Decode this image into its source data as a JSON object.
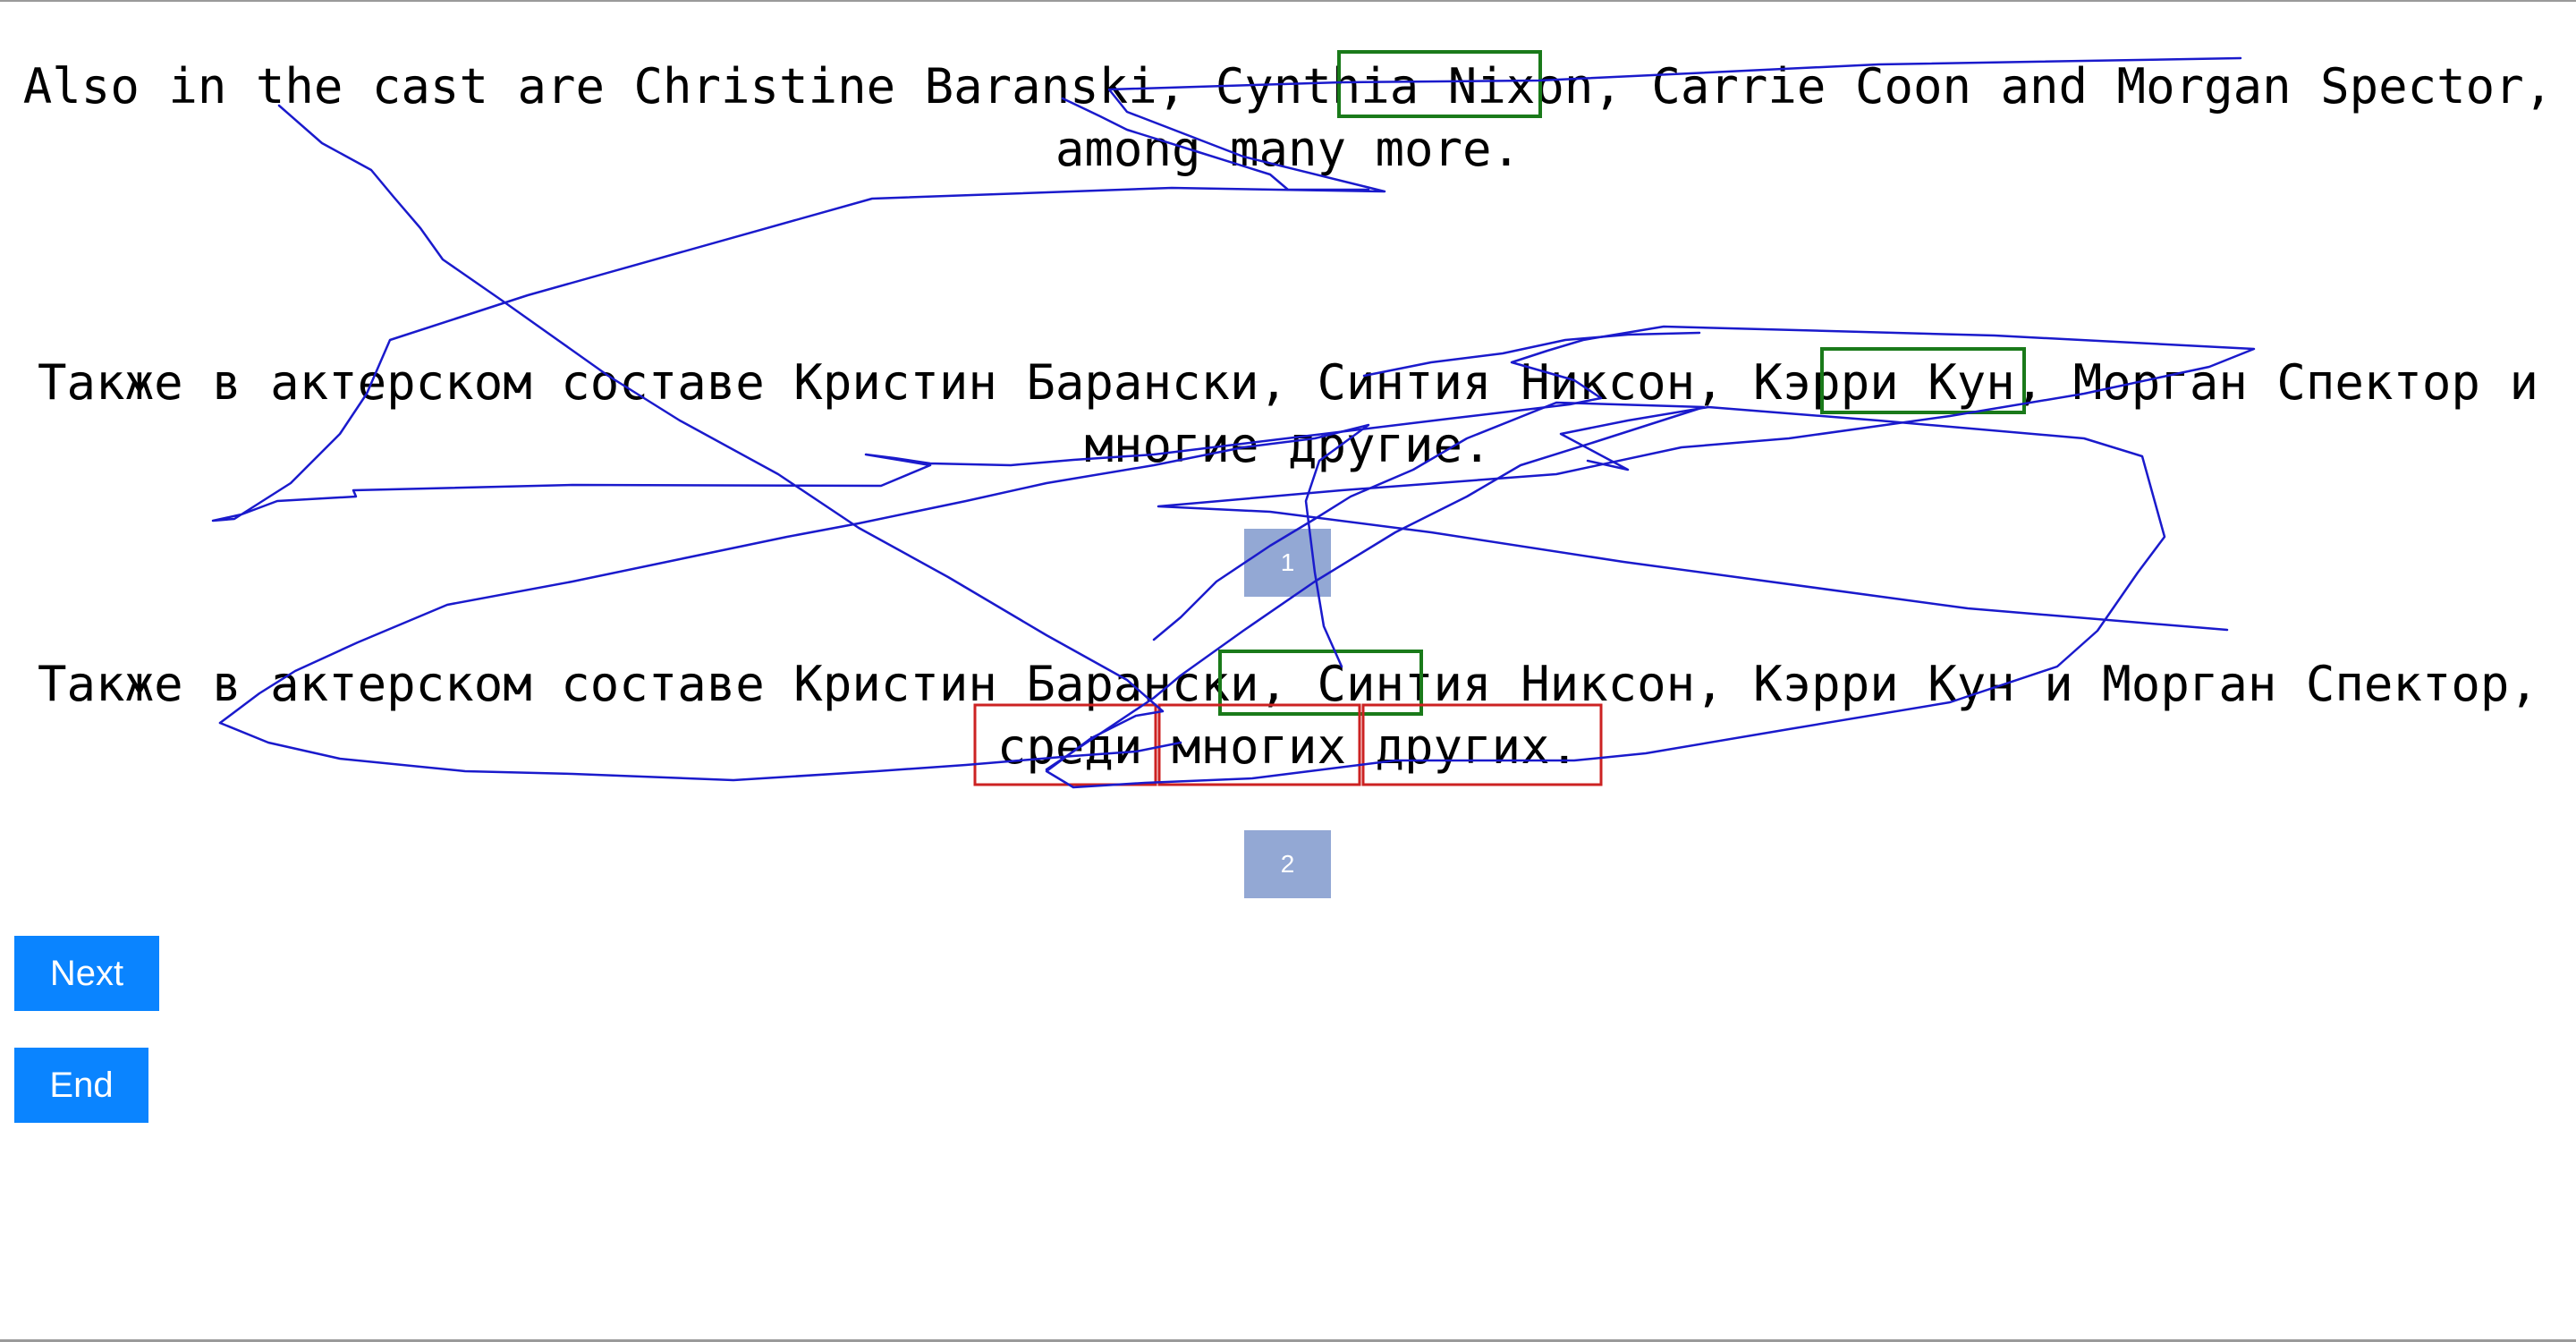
{
  "source": {
    "text": "Also in the cast are Christine Baranski, Cynthia Nixon, Carrie Coon and Morgan Spector, among many more."
  },
  "translations": [
    {
      "text": "Также в актерском составе Кристин Барански, Синтия Никсон, Кэрри Кун, Морган Спектор и многие другие.",
      "segment_label": "1"
    },
    {
      "text": "Также в актерском составе Кристин Барански, Синтия Никсон, Кэрри Кун и Морган Спектор, среди многих других.",
      "segment_label": "2"
    }
  ],
  "buttons": {
    "next": "Next",
    "end": "End"
  },
  "colors": {
    "highlight_match": "#1a7a1a",
    "highlight_error": "#cc2222",
    "stroke": "#1a1acc",
    "segment_bg": "#93a8d4",
    "button_bg": "#0a84ff"
  }
}
